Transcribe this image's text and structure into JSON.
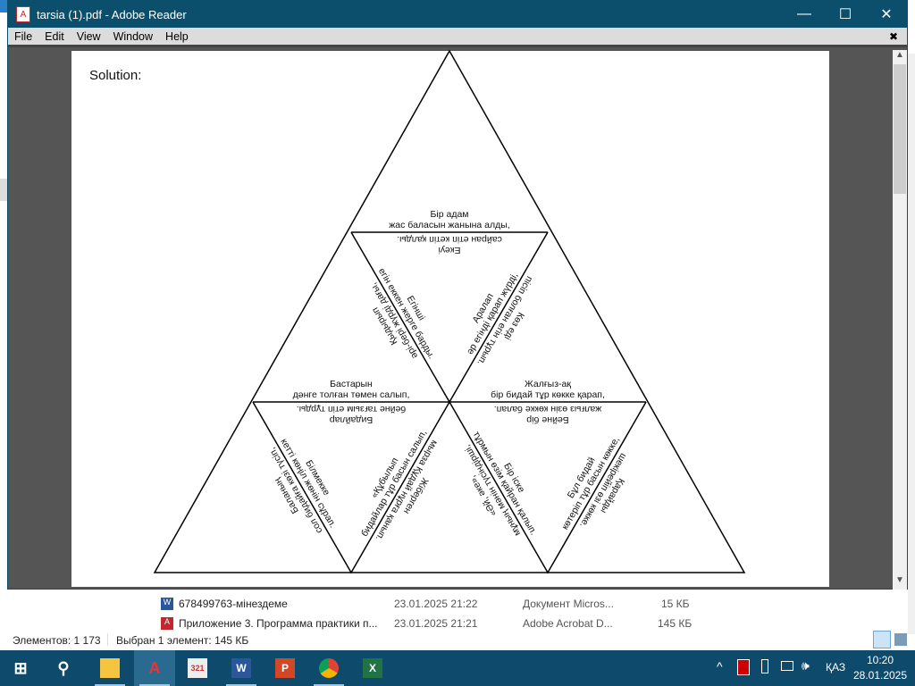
{
  "window": {
    "title": "tarsia (1).pdf - Adobe Reader",
    "controls": {
      "minimize": "—",
      "maximize": "☐",
      "close": "✕"
    }
  },
  "menu": [
    "File",
    "Edit",
    "View",
    "Window",
    "Help"
  ],
  "menu_close": "✖",
  "pdf": {
    "heading": "Solution:",
    "pieces": {
      "top_up": [
        "Бір адам",
        "жас баласын жанына алды,"
      ],
      "top_down": [
        "Екеуі",
        "сайран етіп кетіп қалды."
      ],
      "e1_right": [
        "Егінші",
        "егін еккен жерге барды."
      ],
      "e1_left": [
        "Қыдырып",
        "әрі-бері жүрді дағы,"
      ],
      "e2_left": [
        "Аралап",
        "әр егінді қарап жүрді,"
      ],
      "e2_right": [
        "Көз еді",
        "пісіп болған егін тұрып."
      ],
      "midl_up": [
        "Бастарын",
        "дәнге толған төмен салып,"
      ],
      "midr_up": [
        "Жалғыз-ақ",
        "бір бидай тұр көкке қарап,"
      ],
      "midl_down": [
        "Бидайлар",
        "бейне тағзым етіп тұрды."
      ],
      "midr_down": [
        "Бейне бір",
        "жалғыз өзін көкке балап."
      ],
      "e3_left": [
        "Баланың",
        "сол бидайға көзі түсіп,"
      ],
      "e3_right": [
        "Білмекке",
        "кетті көңіл жөнін сұрап."
      ],
      "e4_left": [
        "«Құбылып",
        "бидайлар тұр басын салып,"
      ],
      "e4_right": [
        "Жіберген",
        "мырза Құдай нұрға қанып."
      ],
      "e5_left": [
        "«Әй, әке»,",
        "мұның мәнін түсіндірші,"
      ],
      "e5_right": [
        "Бір іске",
        "тұрмын өзім қайран қалып."
      ],
      "e6_left": [
        "Бұл бидай",
        "көтеріп тұр басын көкке,"
      ],
      "e6_right": [
        "Қарайды",
        "шекірейіп өзі көкке."
      ]
    }
  },
  "explorer": {
    "rows": [
      {
        "name": "678499763-мінездеме",
        "date": "23.01.2025 21:22",
        "type": "Документ Micros...",
        "size": "15 КБ",
        "icon": "word-doc-icon"
      },
      {
        "name": "Приложение 3. Программа практики п...",
        "date": "23.01.2025 21:21",
        "type": "Adobe Acrobat D...",
        "size": "145 КБ",
        "icon": "pdf-icon"
      }
    ],
    "status": {
      "count": "Элементов: 1 173",
      "selected": "Выбран 1 элемент: 145 КБ"
    }
  },
  "taskbar": {
    "lang": "ҚАЗ",
    "time": "10:20",
    "date": "28.01.2025",
    "tray_chevron": "^"
  },
  "colors": {
    "titlebar": "#0b4f6c",
    "taskbar": "#0d4a6c",
    "viewer_bg": "#555555"
  }
}
